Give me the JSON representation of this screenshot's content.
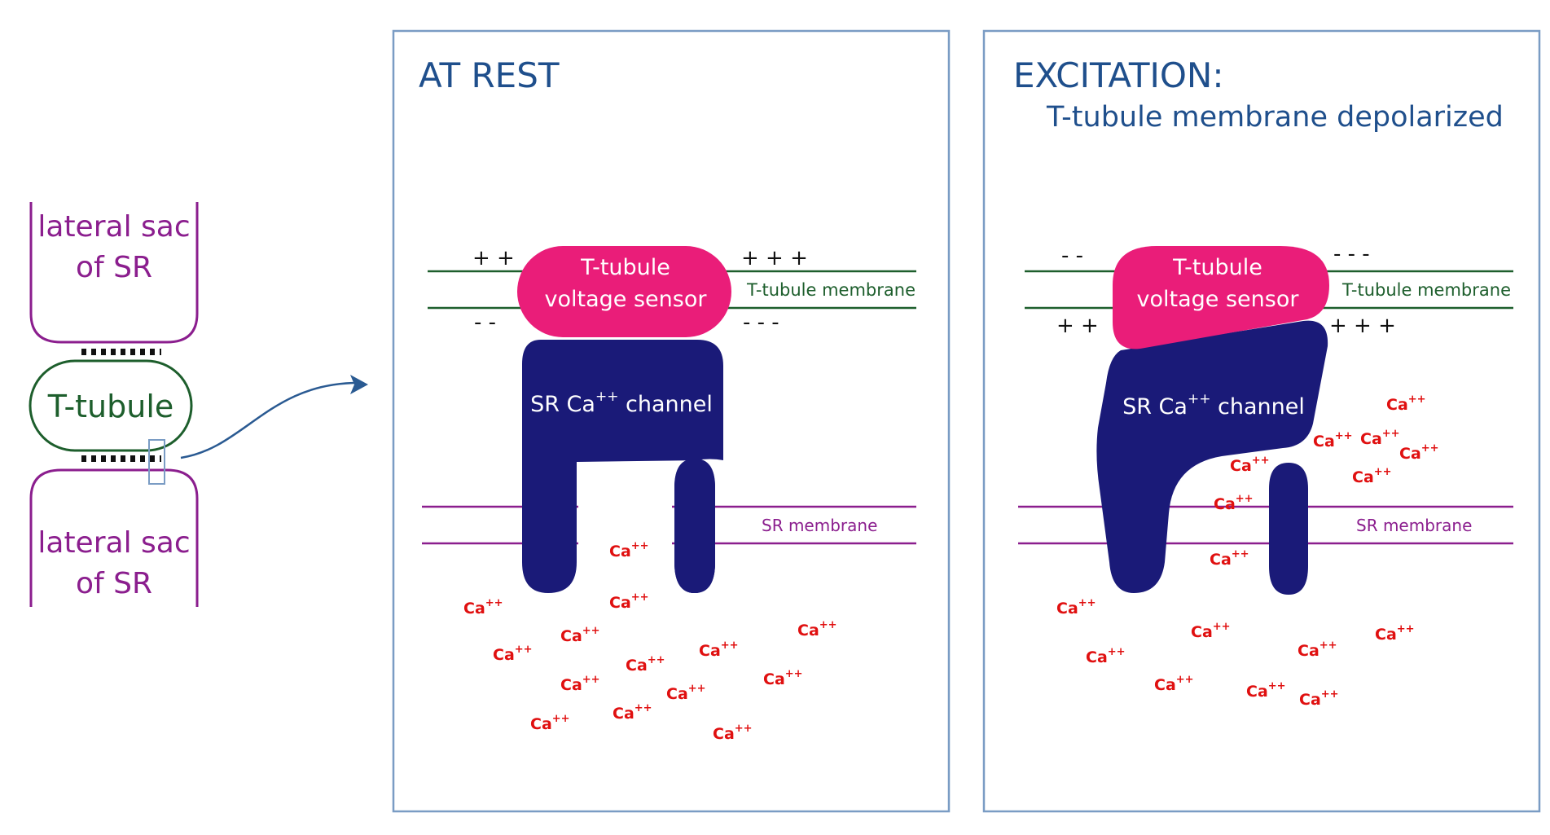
{
  "colors": {
    "purple": "#8b1e8e",
    "green": "#1d5e2c",
    "navy": "#1a1a78",
    "pink": "#ea1d79",
    "red": "#e01010",
    "blue_title": "#1f4f8c",
    "frame": "#7a9cc4",
    "arrow": "#2a5a92"
  },
  "left": {
    "upper_sac": [
      "lateral sac",
      "of SR"
    ],
    "t_tubule": "T-tubule",
    "lower_sac": [
      "lateral sac",
      "of SR"
    ]
  },
  "rest": {
    "title": "AT REST",
    "top_plus_left": "+ +",
    "top_plus_right": "+ + +",
    "bottom_minus_left": "- -",
    "bottom_minus_right": "- - -",
    "sensor": [
      "T-tubule",
      "voltage sensor"
    ],
    "ttubule_membrane": "T-tubule membrane",
    "channel": {
      "base": "SR Ca",
      "sup": "++",
      "tail": " channel"
    },
    "sr_membrane": "SR membrane"
  },
  "excitation": {
    "title": "EXCITATION:",
    "subtitle": "T-tubule membrane depolarized",
    "top_minus_left": "- -",
    "top_minus_right": "- - -",
    "bottom_plus_left": "+ +",
    "bottom_plus_right": "+ + +",
    "sensor": [
      "T-tubule",
      "voltage sensor"
    ],
    "ttubule_membrane": "T-tubule membrane",
    "channel": {
      "base": "SR Ca",
      "sup": "++",
      "tail": " channel"
    },
    "sr_membrane": "SR membrane"
  },
  "ion": {
    "base": "Ca",
    "sup": "++"
  }
}
